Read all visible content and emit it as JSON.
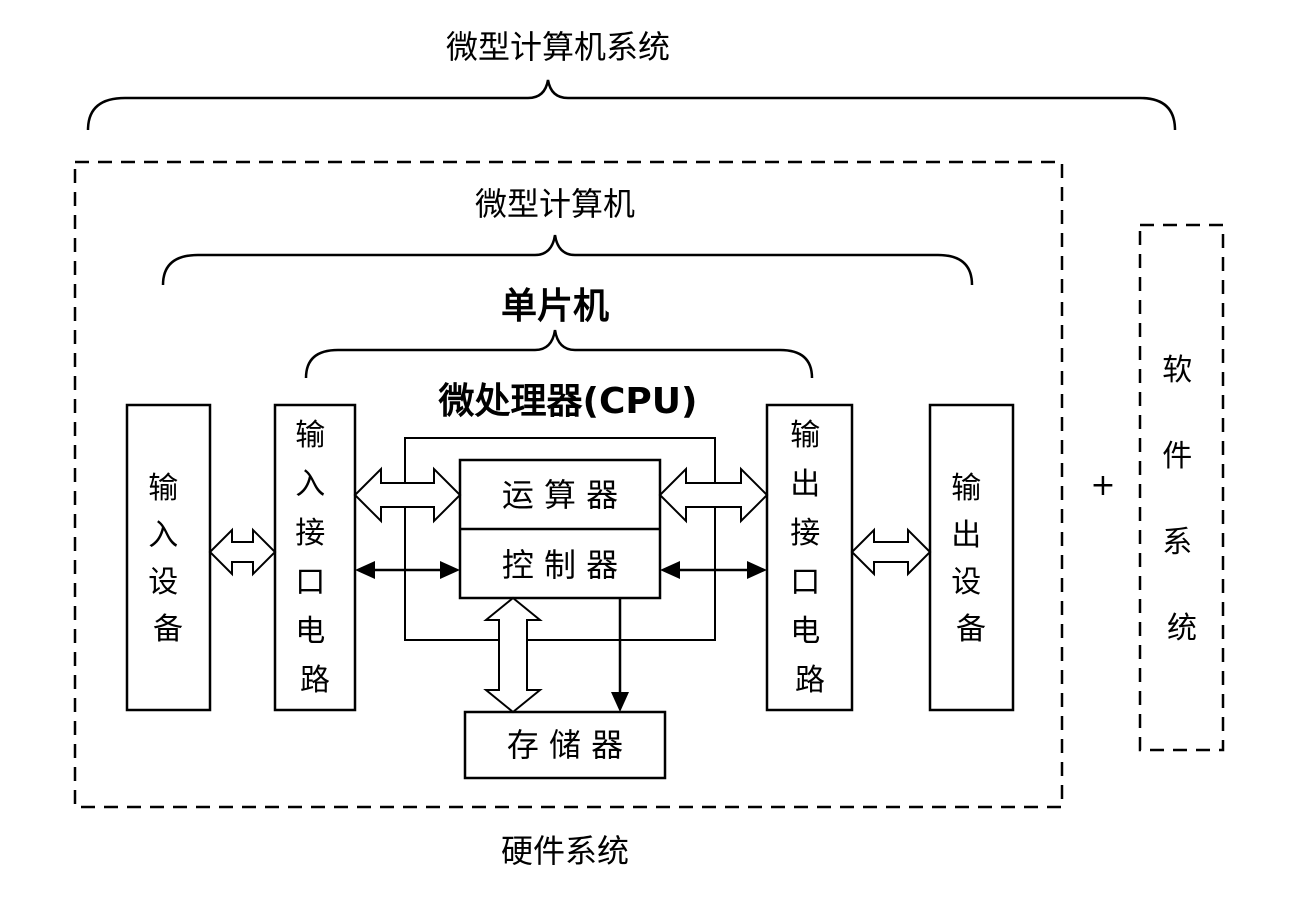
{
  "labels": {
    "microcomputer_system": "微型计算机系统",
    "microcomputer": "微型计算机",
    "single_chip": "单片机",
    "cpu": "微处理器(CPU)",
    "alu": "运 算 器",
    "controller": "控 制 器",
    "memory": "存 储 器",
    "input_device": "输入设备",
    "input_interface": "输入接口电路",
    "output_interface": "输出接口电路",
    "output_device": "输出设备",
    "software_system": "软件系统",
    "hardware_system": "硬件系统",
    "plus": "+"
  }
}
